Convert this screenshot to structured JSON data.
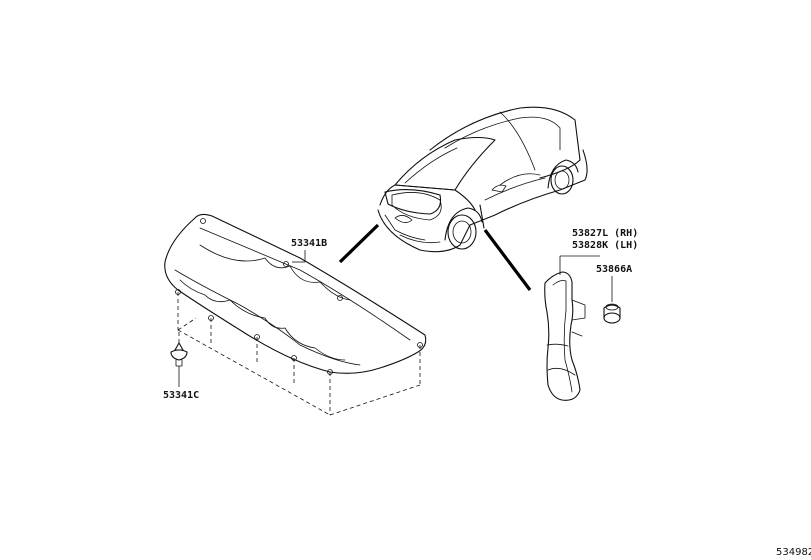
{
  "diagram": {
    "parts": [
      {
        "number": "53341B"
      },
      {
        "number": "53341C"
      },
      {
        "number": "53827L (RH)"
      },
      {
        "number": "53828K (LH)"
      },
      {
        "number": "53866A"
      }
    ],
    "figure_id": "534982"
  }
}
